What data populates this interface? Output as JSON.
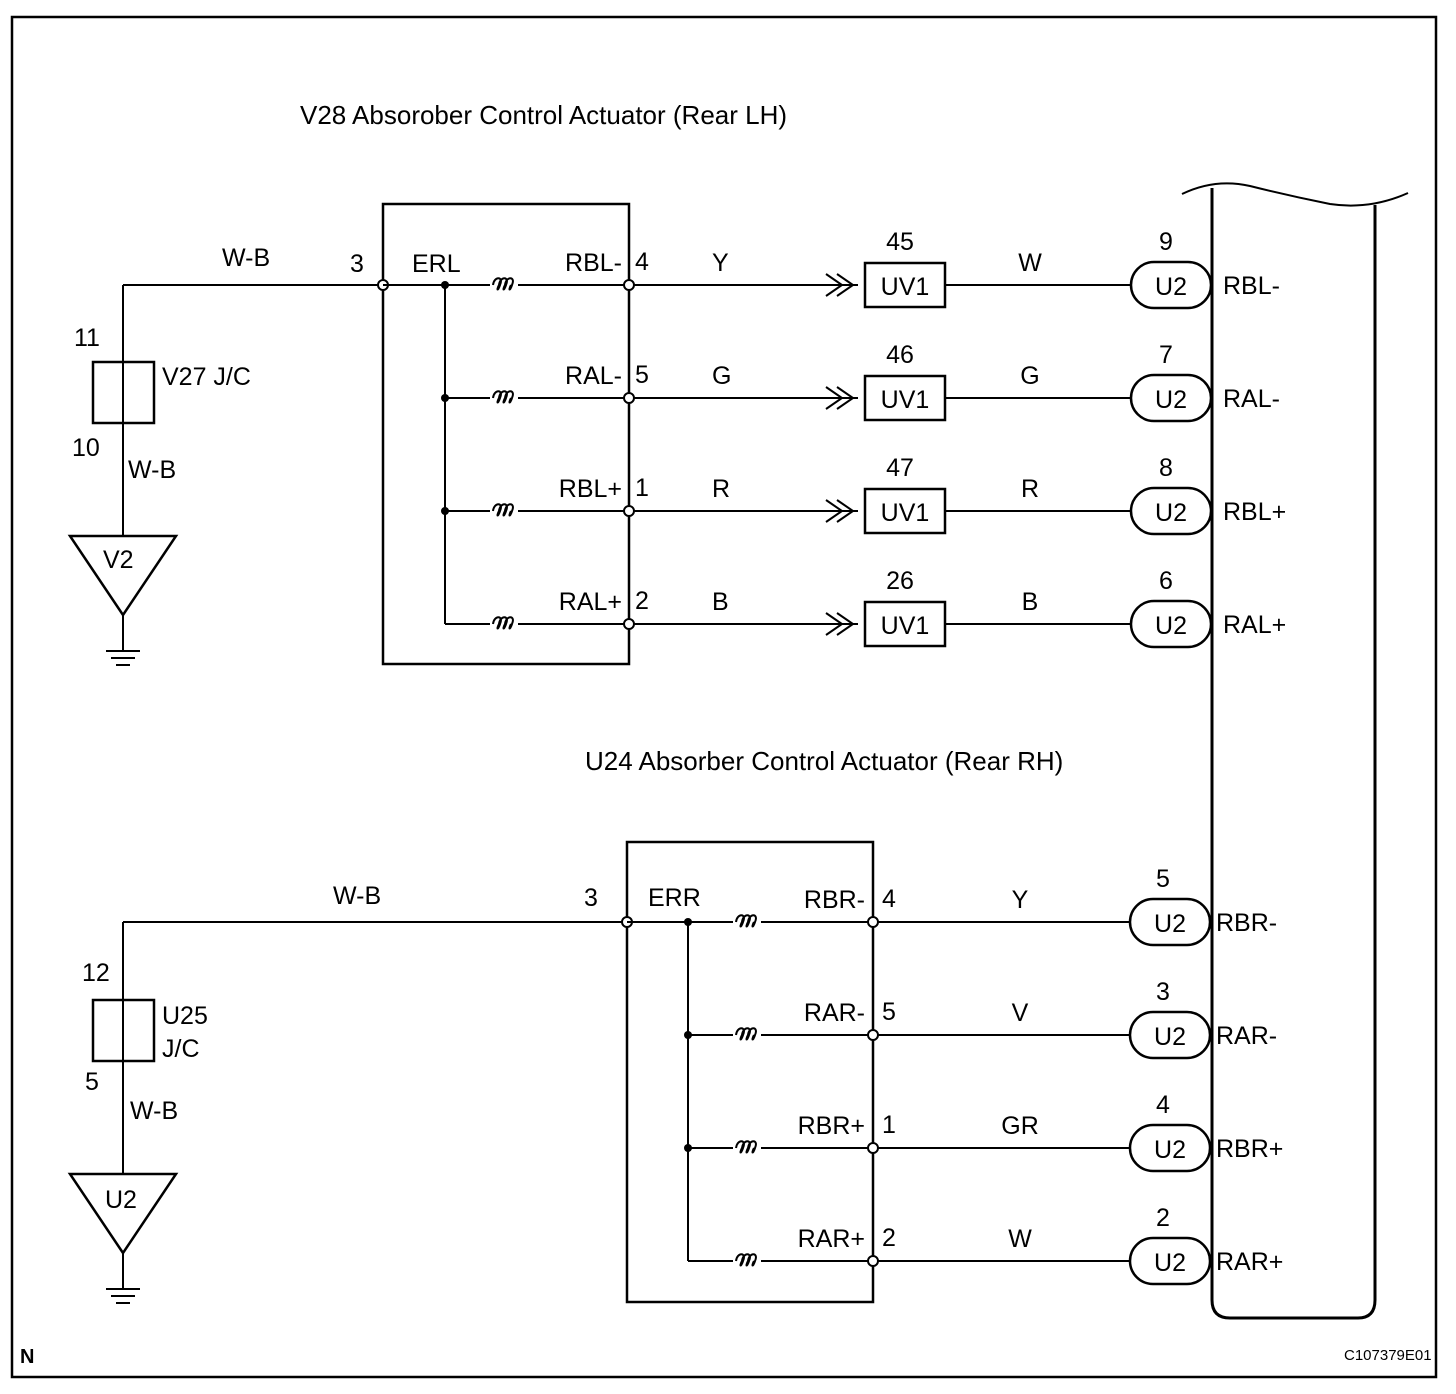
{
  "figure_code": "C107379E01",
  "corner_mark": "N",
  "lh": {
    "title": "V28 Absorober Control Actuator (Rear LH)",
    "common_name": "ERL",
    "common_pin": "3",
    "ground_wire": "W-B",
    "jc": {
      "name": "V27 J/C",
      "pin_top": "11",
      "pin_bottom": "10",
      "wire_bottom": "W-B"
    },
    "ground_label": "V2",
    "rows": [
      {
        "pin_name": "RBL-",
        "pin": "4",
        "wire1": "Y",
        "conn_num": "45",
        "conn": "UV1",
        "wire2": "W",
        "ecu_num": "9",
        "ecu_conn": "U2",
        "ecu_pin": "RBL-"
      },
      {
        "pin_name": "RAL-",
        "pin": "5",
        "wire1": "G",
        "conn_num": "46",
        "conn": "UV1",
        "wire2": "G",
        "ecu_num": "7",
        "ecu_conn": "U2",
        "ecu_pin": "RAL-"
      },
      {
        "pin_name": "RBL+",
        "pin": "1",
        "wire1": "R",
        "conn_num": "47",
        "conn": "UV1",
        "wire2": "R",
        "ecu_num": "8",
        "ecu_conn": "U2",
        "ecu_pin": "RBL+"
      },
      {
        "pin_name": "RAL+",
        "pin": "2",
        "wire1": "B",
        "conn_num": "26",
        "conn": "UV1",
        "wire2": "B",
        "ecu_num": "6",
        "ecu_conn": "U2",
        "ecu_pin": "RAL+"
      }
    ]
  },
  "rh": {
    "title": "U24 Absorber Control Actuator (Rear RH)",
    "common_name": "ERR",
    "common_pin": "3",
    "ground_wire": "W-B",
    "jc": {
      "name_line1": "U25",
      "name_line2": "J/C",
      "pin_top": "12",
      "pin_bottom": "5",
      "wire_bottom": "W-B"
    },
    "ground_label": "U2",
    "rows": [
      {
        "pin_name": "RBR-",
        "pin": "4",
        "wire": "Y",
        "ecu_num": "5",
        "ecu_conn": "U2",
        "ecu_pin": "RBR-"
      },
      {
        "pin_name": "RAR-",
        "pin": "5",
        "wire": "V",
        "ecu_num": "3",
        "ecu_conn": "U2",
        "ecu_pin": "RAR-"
      },
      {
        "pin_name": "RBR+",
        "pin": "1",
        "wire": "GR",
        "ecu_num": "4",
        "ecu_conn": "U2",
        "ecu_pin": "RBR+"
      },
      {
        "pin_name": "RAR+",
        "pin": "2",
        "wire": "W",
        "ecu_num": "2",
        "ecu_conn": "U2",
        "ecu_pin": "RAR+"
      }
    ]
  }
}
